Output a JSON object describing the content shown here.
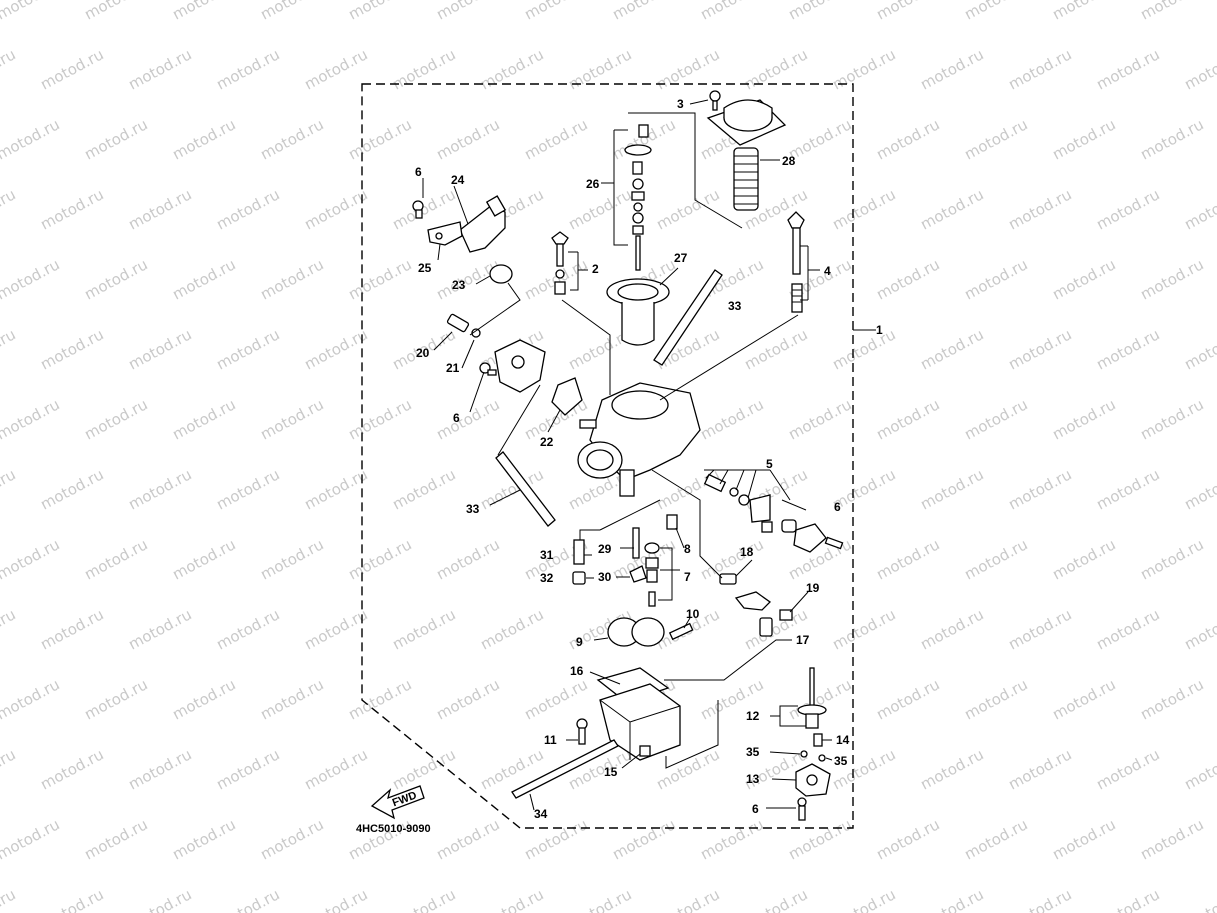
{
  "watermark": {
    "text": "motod.ru"
  },
  "diagram_code": "4HC5010-9090",
  "fwd_label": "FWD",
  "labels": {
    "l1": "1",
    "l2": "2",
    "l3": "3",
    "l4": "4",
    "l5": "5",
    "l6a": "6",
    "l6b": "6",
    "l6c": "6",
    "l6d": "6",
    "l7": "7",
    "l8": "8",
    "l9": "9",
    "l10": "10",
    "l11": "11",
    "l12": "12",
    "l13": "13",
    "l14": "14",
    "l15": "15",
    "l16": "16",
    "l17": "17",
    "l18": "18",
    "l19": "19",
    "l20": "20",
    "l21": "21",
    "l22": "22",
    "l23": "23",
    "l24": "24",
    "l25": "25",
    "l26": "26",
    "l27": "27",
    "l28": "28",
    "l29": "29",
    "l30": "30",
    "l31": "31",
    "l32": "32",
    "l33a": "33",
    "l33b": "33",
    "l34": "34",
    "l35a": "35",
    "l35b": "35"
  }
}
